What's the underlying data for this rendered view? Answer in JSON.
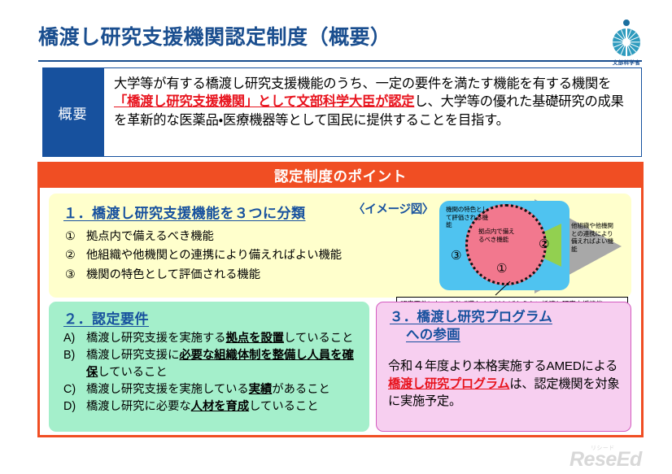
{
  "header": {
    "title": "橋渡し研究支援機関認定制度（概要）",
    "logo": {
      "name": "文部科学省"
    }
  },
  "summary": {
    "label": "概要",
    "line1_pre": "大学等が有する橋渡し研究支援機能のうち、一定の要件を満たす機能",
    "line2_pre": "を有する機関を",
    "line2_highlight": "「橋渡し研究支援機関」として文部科学大臣が認定",
    "line2_post": "し、",
    "line3": "大学等の優れた基礎研究の成果を革新的な医薬品・医療機器等として",
    "line4": "国民に提供することを目指す。"
  },
  "points": {
    "header": "認定制度のポイント",
    "section1": {
      "title": "１．橋渡し研究支援機能を３つに分類",
      "image_caption": "〈イメージ図〉",
      "items": [
        {
          "num": "①",
          "text": "拠点内で備えるべき機能"
        },
        {
          "num": "②",
          "text": "他組織や他機関との連携により備えればよい機能"
        },
        {
          "num": "③",
          "text": "機関の特色として評価される機能"
        }
      ],
      "diagram": {
        "label_blue": "機関の特色として評価される機能",
        "label_pink": "拠点内で備えるべき機能",
        "label_gray": "他組織や他機関との連携により備えればよい機能",
        "num_pink": "①",
        "num_green": "②",
        "num_blue": "③",
        "note": "認定要件において必ず満たさなければならない橋渡し研究支援機能"
      }
    },
    "section2": {
      "title": "２．認定要件",
      "items": [
        {
          "num": "A)",
          "pre": "橋渡し研究支援を実施する",
          "bold": "拠点を設置",
          "post": "していること"
        },
        {
          "num": "B)",
          "pre": "橋渡し研究支援に",
          "bold": "必要な組織体制を整備し人員を確保",
          "post": "していること"
        },
        {
          "num": "C)",
          "pre": "橋渡し研究支援を実施している",
          "bold": "実績",
          "post": "があること"
        },
        {
          "num": "D)",
          "pre": "橋渡し研究に必要な",
          "bold": "人材を育成",
          "post": "していること"
        }
      ]
    },
    "section3": {
      "title_line1": "３．橋渡し研究プログラム",
      "title_line2": "への参画",
      "body_pre": "令和４年度より本格実施するAMEDによる",
      "body_highlight": "橋渡し研究プログラム",
      "body_post": "は、認定機関を対象に実施予定。"
    }
  },
  "watermark": {
    "ruby": "リシード",
    "text": "ReseEd"
  },
  "colors": {
    "title_blue": "#1A4E8F",
    "summary_blue": "#17519E",
    "accent_orange": "#F04E23",
    "section1_yellow": "#FFFFCC",
    "section2_green": "#A4EFCB",
    "section3_pink": "#F7CFF0",
    "highlight_red": "#E8141E",
    "diagram_blue": "#4FC3F0",
    "diagram_pink": "#F2788E",
    "diagram_green": "#92D050",
    "diagram_gray": "#A8A8A8"
  }
}
